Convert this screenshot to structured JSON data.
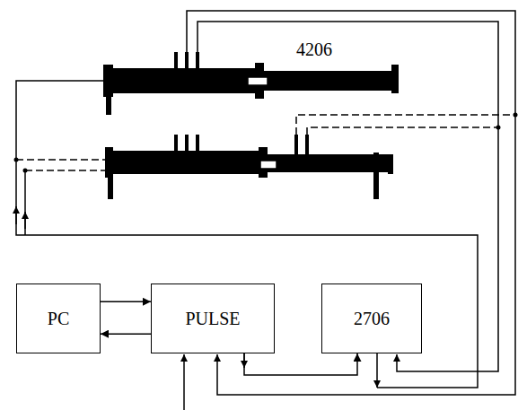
{
  "diagram": {
    "nodes": [
      {
        "text": [
          "PC"
        ]
      },
      {
        "text": [
          "PULSE"
        ]
      },
      {
        "text": [
          "2706"
        ]
      }
    ],
    "edges": [
      {
        "from": 0,
        "to": 1,
        "arrow": "to"
      },
      {
        "from": 1,
        "to": 0,
        "arrow": "to"
      },
      {
        "from": 1,
        "to": 2,
        "arrow": "to"
      }
    ],
    "labels": [
      "4206"
    ]
  }
}
